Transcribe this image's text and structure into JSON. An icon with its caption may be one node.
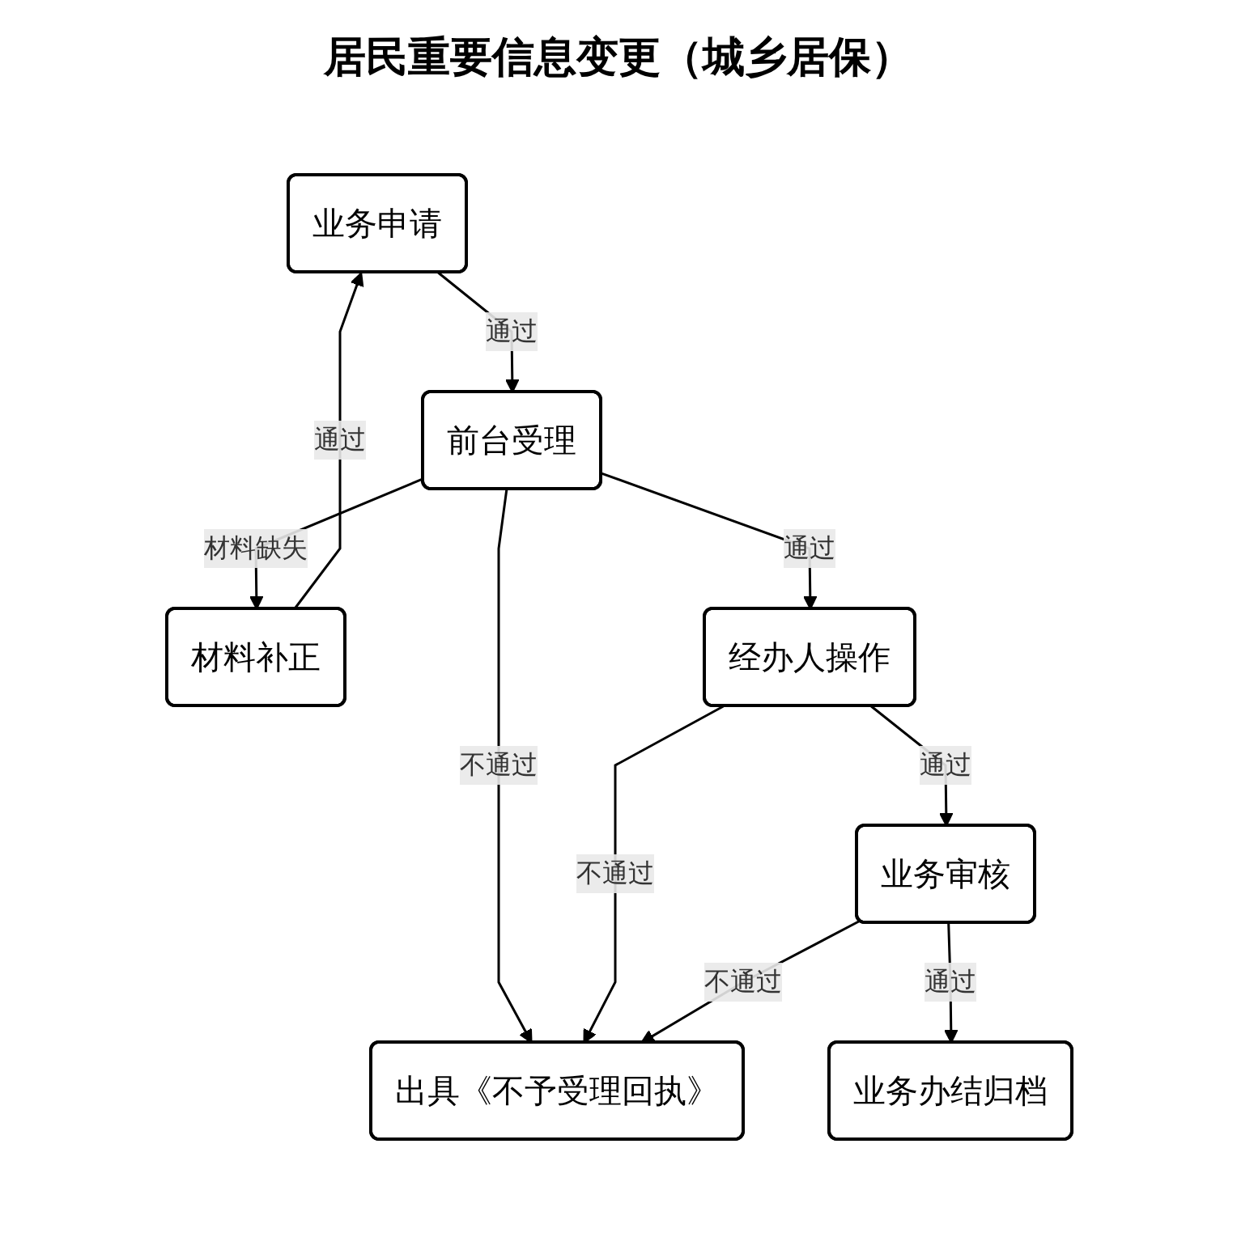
{
  "diagram": {
    "title": "居民重要信息变更（城乡居保）",
    "nodes": [
      {
        "text": [
          "业务申请"
        ]
      },
      {
        "text": [
          "材料补正"
        ]
      },
      {
        "text": [
          "前台受理"
        ]
      },
      {
        "text": [
          "经办人操作"
        ]
      },
      {
        "text": [
          "出具《不予受理回执》"
        ]
      },
      {
        "text": [
          "业务审核"
        ]
      },
      {
        "text": [
          "业务办结归档"
        ]
      }
    ],
    "edges": [
      {
        "from": 1,
        "to": 0,
        "arrow": "to",
        "label": "通过"
      },
      {
        "from": 0,
        "to": 2,
        "arrow": "to",
        "label": "通过"
      },
      {
        "from": 2,
        "to": 1,
        "arrow": "to",
        "label": "材料缺失"
      },
      {
        "from": 2,
        "to": 4,
        "arrow": "to",
        "label": "不通过"
      },
      {
        "from": 2,
        "to": 3,
        "arrow": "to",
        "label": "通过"
      },
      {
        "from": 3,
        "to": 4,
        "arrow": "to",
        "label": "不通过"
      },
      {
        "from": 3,
        "to": 5,
        "arrow": "to",
        "label": "通过"
      },
      {
        "from": 5,
        "to": 4,
        "arrow": "to",
        "label": "不通过"
      },
      {
        "from": 5,
        "to": 6,
        "arrow": "to",
        "label": "通过"
      }
    ]
  }
}
